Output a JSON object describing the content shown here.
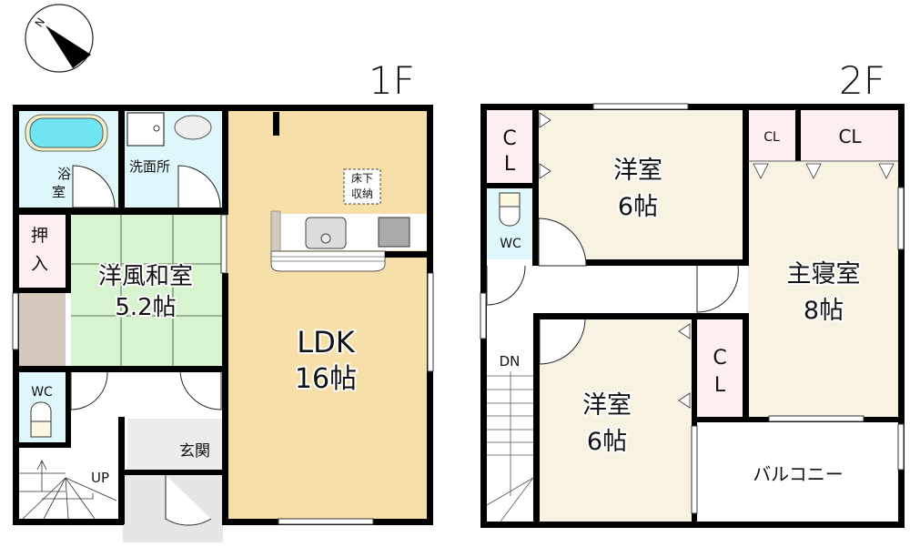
{
  "compass": {
    "label": "N",
    "icon": "north-arrow-icon"
  },
  "floors": [
    {
      "label": "1F",
      "rooms": [
        {
          "id": "bath",
          "name_line1": "浴",
          "name_line2": "室",
          "color": "#dff7fb"
        },
        {
          "id": "washroom",
          "name": "洗面所",
          "color": "#dff7fb"
        },
        {
          "id": "closet",
          "name_line1": "押",
          "name_line2": "入",
          "color": "#fdeef0"
        },
        {
          "id": "japanese_room",
          "name": "洋風和室",
          "size": "5.2帖",
          "color": "#d8f3cf"
        },
        {
          "id": "ldk",
          "name": "LDK",
          "size": "16帖",
          "color": "#f7dfa9"
        },
        {
          "id": "underfloor_storage",
          "name_line1": "床下",
          "name_line2": "収納"
        },
        {
          "id": "wc",
          "name": "WC",
          "color": "#dff7fb"
        },
        {
          "id": "entrance",
          "name": "玄関",
          "color": "#ececec"
        },
        {
          "id": "stairs",
          "label": "UP"
        }
      ]
    },
    {
      "label": "2F",
      "rooms": [
        {
          "id": "closet_a",
          "name_line1": "C",
          "name_line2": "L",
          "color": "#fdeef0"
        },
        {
          "id": "western_room_1",
          "name": "洋室",
          "size": "6帖",
          "color": "#f8f2e3"
        },
        {
          "id": "closet_b",
          "name": "CL",
          "color": "#fdeef0"
        },
        {
          "id": "closet_c",
          "name": "CL",
          "color": "#fdeef0"
        },
        {
          "id": "wc",
          "name": "WC",
          "color": "#dff7fb"
        },
        {
          "id": "master_bedroom",
          "name": "主寝室",
          "size": "8帖",
          "color": "#f8f2e3"
        },
        {
          "id": "stairs",
          "label": "DN"
        },
        {
          "id": "western_room_2",
          "name": "洋室",
          "size": "6帖",
          "color": "#f8f2e3"
        },
        {
          "id": "closet_d",
          "name_line1": "C",
          "name_line2": "L",
          "color": "#fdeef0"
        },
        {
          "id": "balcony",
          "name": "バルコニー",
          "color": "#ffffff"
        }
      ]
    }
  ],
  "colors": {
    "wall": "#000000",
    "bg": "#ffffff",
    "dark_storage": "#d4c9bc",
    "bath_tub": "#6fe6f2"
  }
}
